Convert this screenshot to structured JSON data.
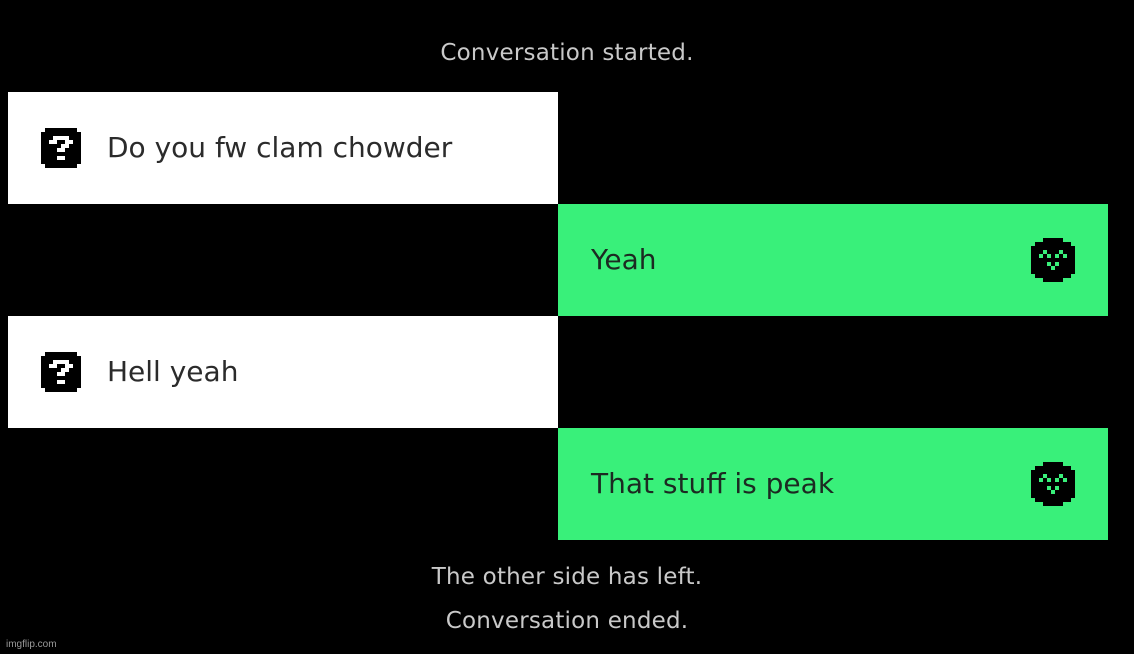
{
  "colors": {
    "background": "#000000",
    "them_bubble": "#ffffff",
    "me_bubble": "#39f07a",
    "status_text": "#c9c9c9"
  },
  "status": {
    "started": "Conversation started.",
    "left": "The other side has left.",
    "ended": "Conversation ended."
  },
  "messages": [
    {
      "sender": "them",
      "icon": "question-mark-icon",
      "text": "Do you fw clam chowder"
    },
    {
      "sender": "me",
      "icon": "smiley-icon",
      "text": "Yeah"
    },
    {
      "sender": "them",
      "icon": "question-mark-icon",
      "text": "Hell yeah"
    },
    {
      "sender": "me",
      "icon": "smiley-icon",
      "text": "That stuff is peak"
    }
  ],
  "watermark": "imgflip.com"
}
